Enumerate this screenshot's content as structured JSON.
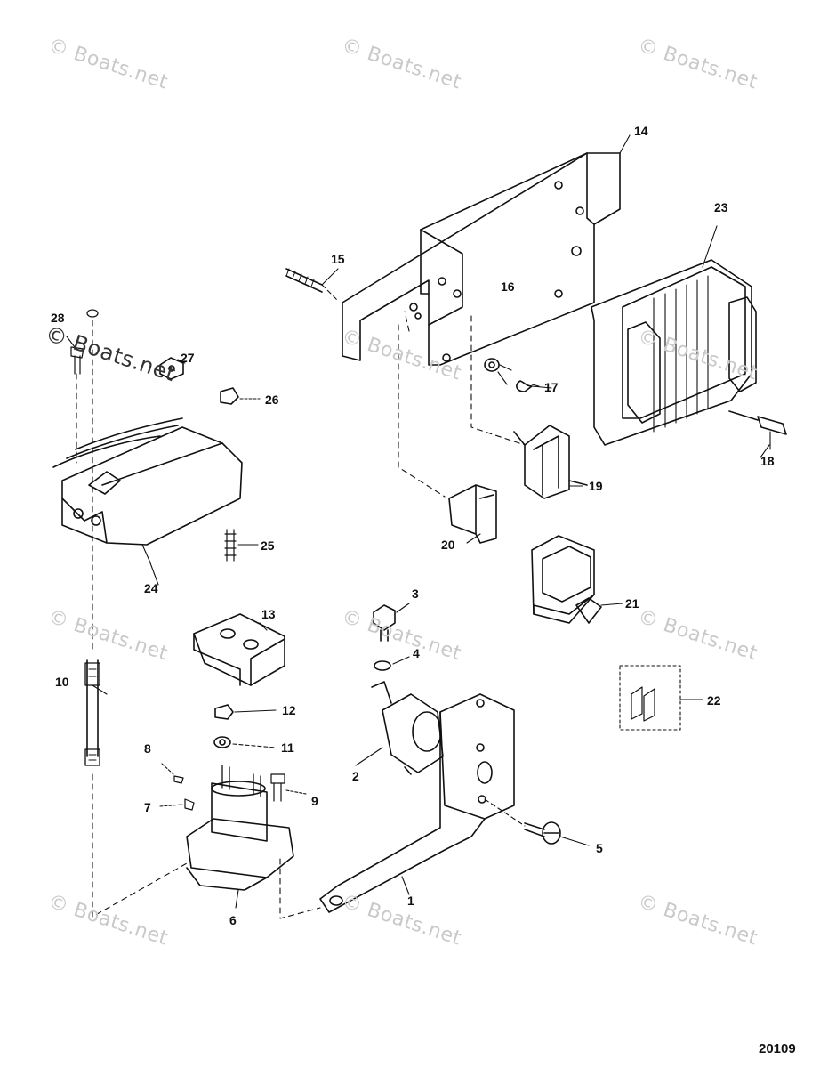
{
  "watermark": "© Boats.net",
  "figure_number": "20109",
  "callouts": {
    "c1": "1",
    "c2": "2",
    "c3": "3",
    "c4": "4",
    "c5": "5",
    "c6": "6",
    "c7": "7",
    "c8": "8",
    "c9": "9",
    "c10": "10",
    "c11": "11",
    "c12": "12",
    "c13": "13",
    "c14": "14",
    "c15": "15",
    "c16": "16",
    "c17": "17",
    "c18": "18",
    "c19": "19",
    "c20": "20",
    "c21": "21",
    "c22": "22",
    "c23": "23",
    "c24": "24",
    "c25": "25",
    "c26": "26",
    "c27": "27",
    "c28": "28"
  },
  "colors": {
    "ink": "#111111",
    "watermark": "#c9c9c9"
  }
}
